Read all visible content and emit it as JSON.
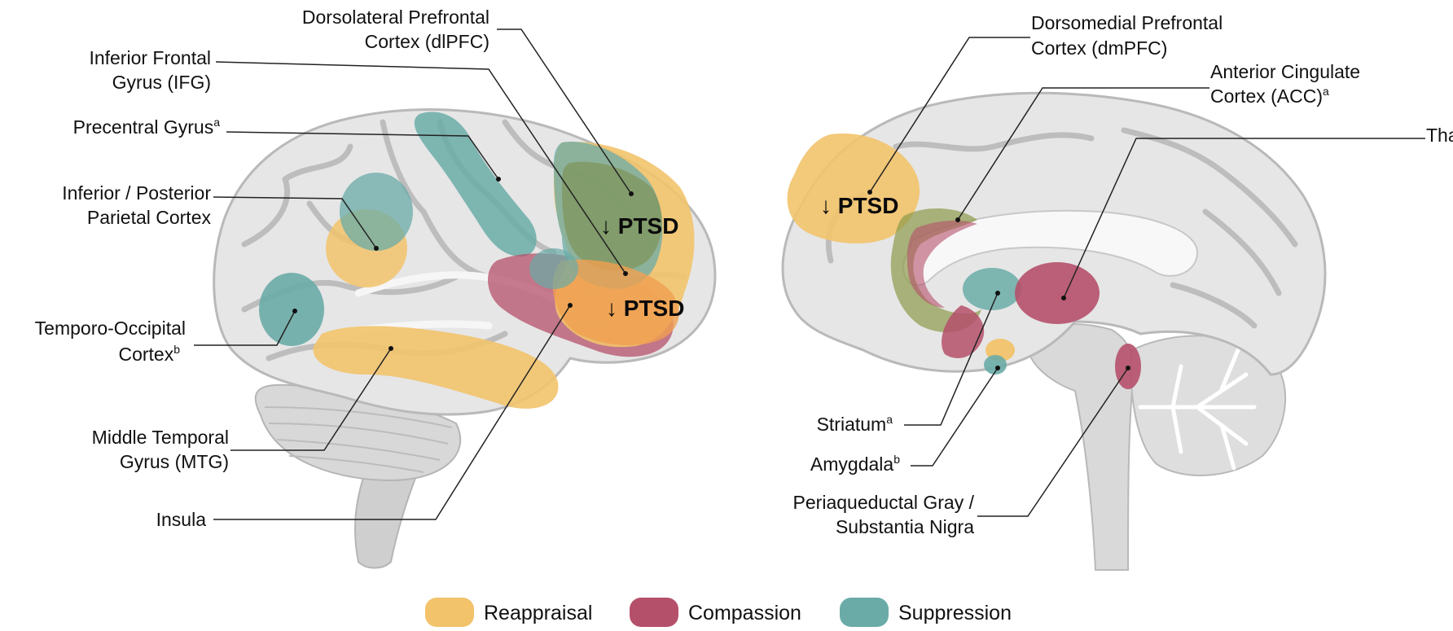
{
  "colors": {
    "reappraisal": "#f2c36b",
    "compassion": "#b5506a",
    "suppression": "#6aaba7"
  },
  "lateral": {
    "labels": {
      "dlpfc_1": "Dorsolateral Prefrontal",
      "dlpfc_2": "Cortex (dlPFC)",
      "ifg_1": "Inferior Frontal",
      "ifg_2": "Gyrus (IFG)",
      "precentral": "Precentral Gyrus",
      "precentral_sup": "a",
      "parietal_1": "Inferior / Posterior",
      "parietal_2": "Parietal Cortex",
      "temporo_1": "Temporo-Occipital",
      "temporo_2": "Cortex",
      "temporo_sup": "b",
      "mtg_1": "Middle Temporal",
      "mtg_2": "Gyrus (MTG)",
      "insula": "Insula"
    },
    "ptsd_markers": [
      "↓ PTSD",
      "↓ PTSD"
    ]
  },
  "medial": {
    "labels": {
      "dmpfc_1": "Dorsomedial Prefrontal",
      "dmpfc_2": "Cortex (dmPFC)",
      "acc_1": "Anterior Cingulate",
      "acc_2": "Cortex (ACC)",
      "acc_sup": "a",
      "thalamus": "Thalamus",
      "striatum": "Striatum",
      "striatum_sup": "a",
      "amygdala": "Amygdala",
      "amygdala_sup": "b",
      "pag_1": "Periaqueductal Gray /",
      "pag_2": "Substantia Nigra"
    },
    "ptsd_markers": [
      "↓ PTSD"
    ]
  },
  "legend": [
    {
      "label": "Reappraisal",
      "color": "#f2c36b"
    },
    {
      "label": "Compassion",
      "color": "#b5506a"
    },
    {
      "label": "Suppression",
      "color": "#6aaba7"
    }
  ]
}
